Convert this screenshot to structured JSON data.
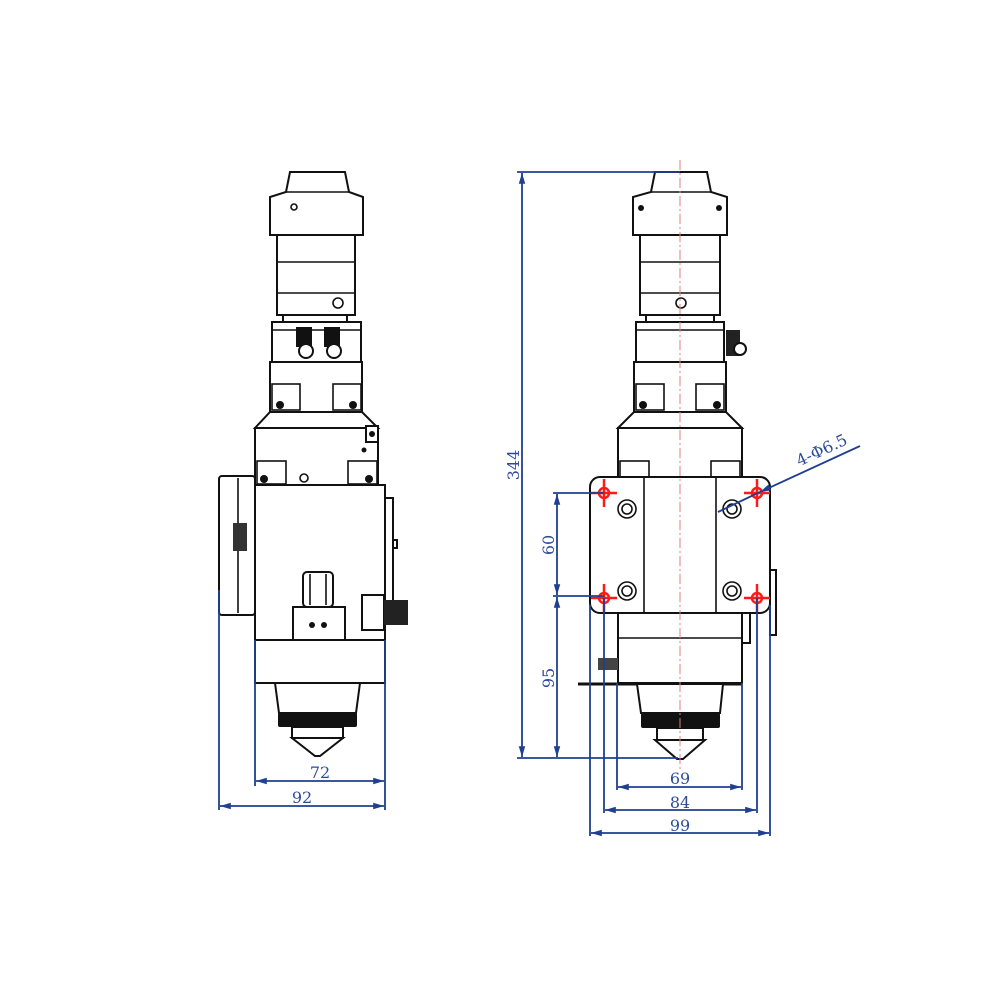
{
  "drawing": {
    "views": [
      "side-view",
      "front-view"
    ],
    "colors": {
      "outline": "#111111",
      "dimension": "#1f3f8f",
      "mount_holes": "#ff1a1a",
      "centerline": "#e08080"
    },
    "side_view": {
      "dimensions": {
        "body_width": "72",
        "overall_width": "92"
      }
    },
    "front_view": {
      "dimensions": {
        "overall_height": "344",
        "hole_spacing_vertical": "60",
        "hole_to_nozzle": "95",
        "lower_body_width": "69",
        "hole_spacing_horizontal": "84",
        "plate_width": "99",
        "hole_callout": "4-Φ6.5"
      }
    }
  }
}
